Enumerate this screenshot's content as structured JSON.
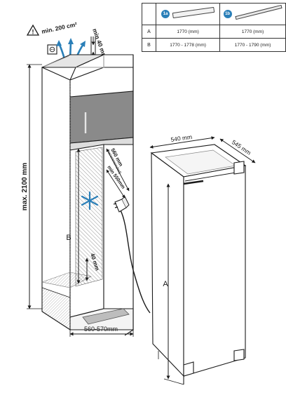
{
  "table": {
    "badge_1a": "1a",
    "badge_1b": "1b",
    "rows": [
      {
        "label": "A",
        "col1": "1770 (mm)",
        "col2": "1770 (mm)"
      },
      {
        "label": "B",
        "col1": "1770 - 1778  (mm)",
        "col2": "1770 - 1790 (mm)"
      }
    ]
  },
  "labels": {
    "vent_area": "min. 200 cm²",
    "top_gap": "min 40 mm",
    "height_max": "max. 2100 mm",
    "niche_b": "B",
    "depth_recommended": "560 mm",
    "depth_recommended_note": "(recommended)",
    "depth_min": "min 550mm",
    "bottom_gap": "40 mm",
    "niche_width": "560-570mm",
    "fridge_width": "540 mm",
    "fridge_depth": "545 mm",
    "fridge_a": "A"
  },
  "colors": {
    "line": "#1a1a1a",
    "cabinet_top": "#d9d9d9",
    "cabinet_face": "#8a8a8a",
    "accent_blue": "#2a7fb8",
    "vent_grey": "#bdbdbd"
  },
  "icons": [
    "warning-icon",
    "socket-icon",
    "vent-arrows-icon",
    "snowflake-icon",
    "power-plug-icon",
    "bar-1a-icon",
    "bar-1b-icon"
  ]
}
